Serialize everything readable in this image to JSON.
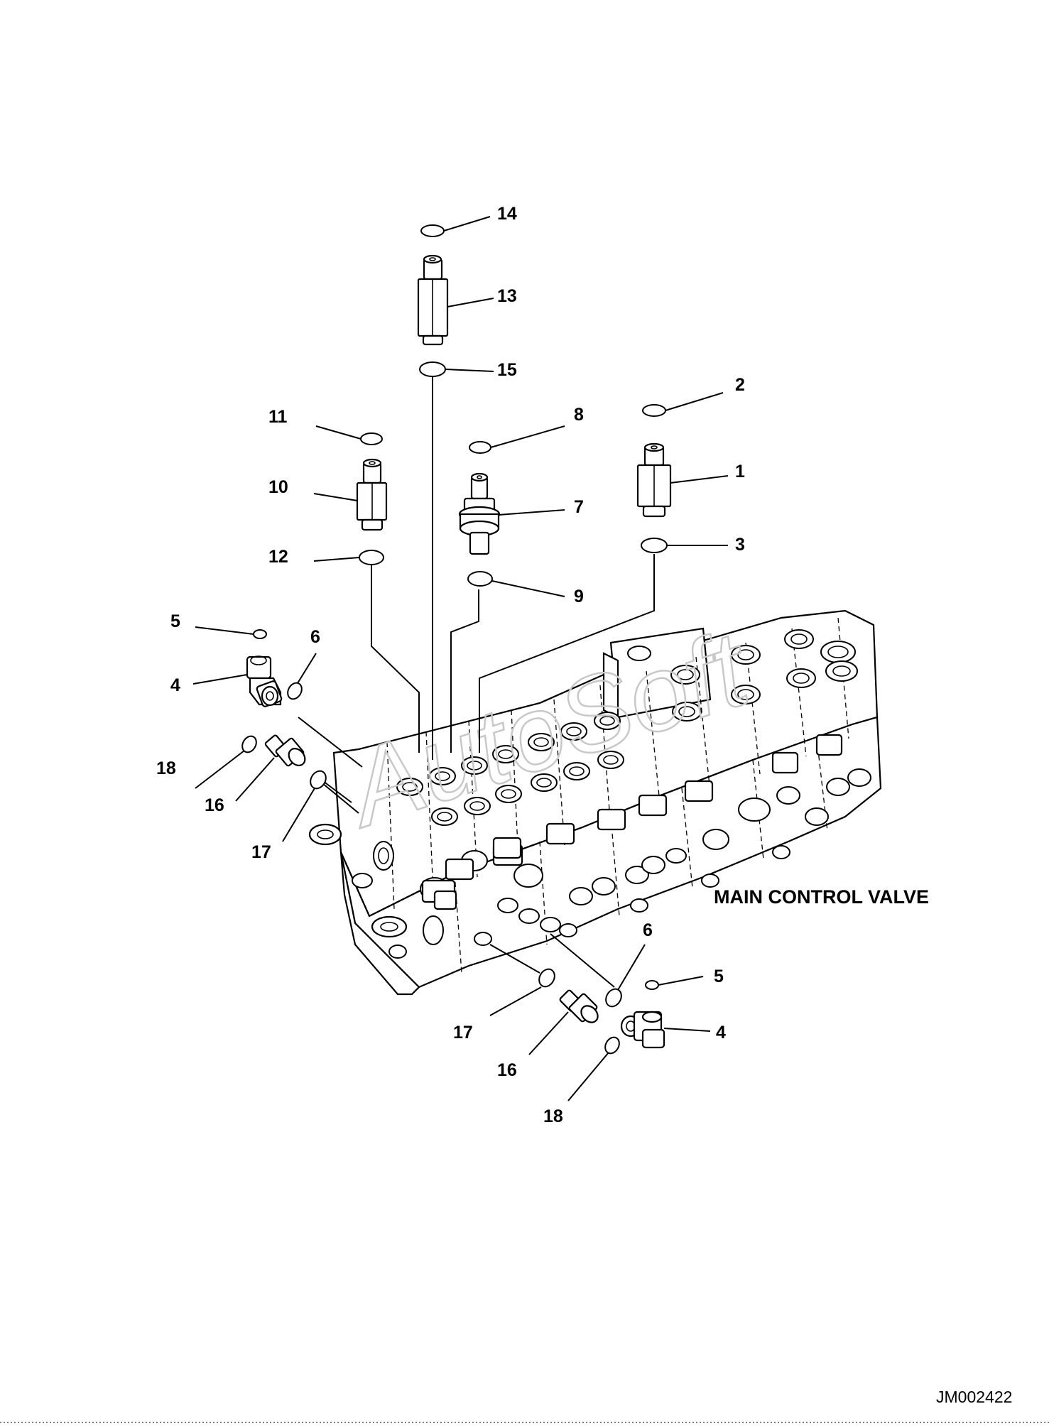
{
  "diagram": {
    "title": "MAIN CONTROL VALVE",
    "doc_id": "JM002422",
    "watermark": "AutoSoft",
    "callouts": {
      "c1": "1",
      "c2": "2",
      "c3": "3",
      "c4_left": "4",
      "c4_right": "4",
      "c5_left": "5",
      "c5_right": "5",
      "c6_left": "6",
      "c6_right": "6",
      "c7": "7",
      "c8": "8",
      "c9": "9",
      "c10": "10",
      "c11": "11",
      "c12": "12",
      "c13": "13",
      "c14": "14",
      "c15": "15",
      "c16_left": "16",
      "c16_right": "16",
      "c17_left": "17",
      "c17_right": "17",
      "c18_left": "18",
      "c18_right": "18"
    },
    "parts": [
      {
        "no": "1",
        "kind": "plug"
      },
      {
        "no": "2",
        "kind": "o-ring"
      },
      {
        "no": "3",
        "kind": "o-ring"
      },
      {
        "no": "4",
        "kind": "elbow"
      },
      {
        "no": "5",
        "kind": "o-ring"
      },
      {
        "no": "6",
        "kind": "o-ring"
      },
      {
        "no": "7",
        "kind": "valve"
      },
      {
        "no": "8",
        "kind": "o-ring"
      },
      {
        "no": "9",
        "kind": "o-ring"
      },
      {
        "no": "10",
        "kind": "plug"
      },
      {
        "no": "11",
        "kind": "o-ring"
      },
      {
        "no": "12",
        "kind": "o-ring"
      },
      {
        "no": "13",
        "kind": "plug"
      },
      {
        "no": "14",
        "kind": "o-ring"
      },
      {
        "no": "15",
        "kind": "o-ring"
      },
      {
        "no": "16",
        "kind": "connector"
      },
      {
        "no": "17",
        "kind": "o-ring"
      },
      {
        "no": "18",
        "kind": "o-ring"
      }
    ]
  }
}
